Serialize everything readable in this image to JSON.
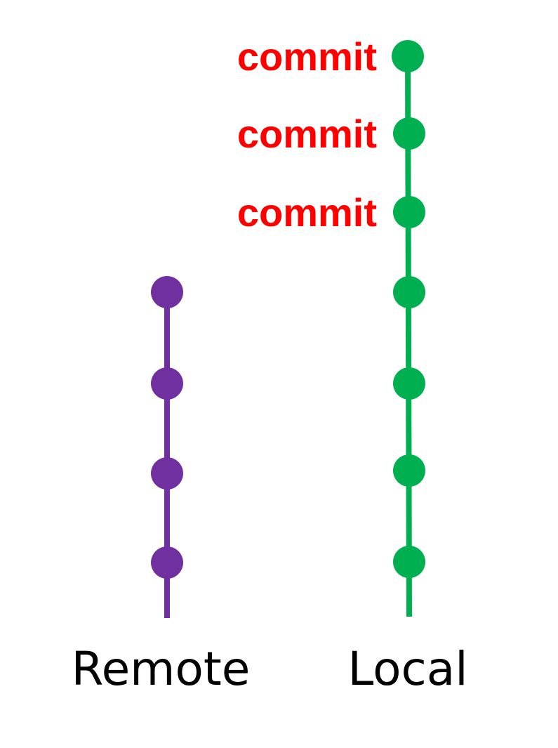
{
  "colors": {
    "remote": "#7030A0",
    "local": "#00B050",
    "commit_label": "#FF0000",
    "branch_label": "#000000"
  },
  "remote": {
    "label": "Remote",
    "commit_count": 4
  },
  "local": {
    "label": "Local",
    "commit_count": 7,
    "new_commit_count": 3
  },
  "new_commit_labels": [
    "commit",
    "commit",
    "commit"
  ]
}
